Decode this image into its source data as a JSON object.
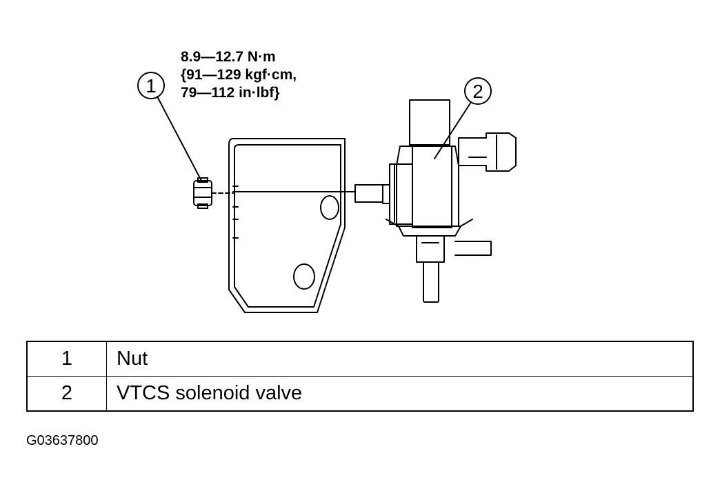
{
  "torque_spec": {
    "line1": "8.9—12.7 N·m",
    "line2": "{91—129 kgf·cm,",
    "line3": "79—112 in·lbf}"
  },
  "callouts": [
    "1",
    "2"
  ],
  "legend": [
    {
      "num": "1",
      "label": "Nut"
    },
    {
      "num": "2",
      "label": "VTCS solenoid valve"
    }
  ],
  "figure_code": "G03637800"
}
